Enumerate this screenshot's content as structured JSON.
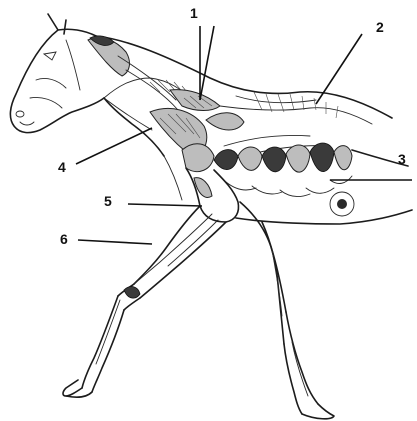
{
  "figure": {
    "labels": [
      {
        "id": "1",
        "text": "1"
      },
      {
        "id": "2",
        "text": "2"
      },
      {
        "id": "3",
        "text": "3"
      },
      {
        "id": "4",
        "text": "4"
      },
      {
        "id": "5",
        "text": "5"
      },
      {
        "id": "6",
        "text": "6"
      }
    ]
  },
  "colors": {
    "ink": "#1c1c1c",
    "shade": "#bdbdbd",
    "dark_shade": "#3a3a3a",
    "background": "#ffffff"
  }
}
